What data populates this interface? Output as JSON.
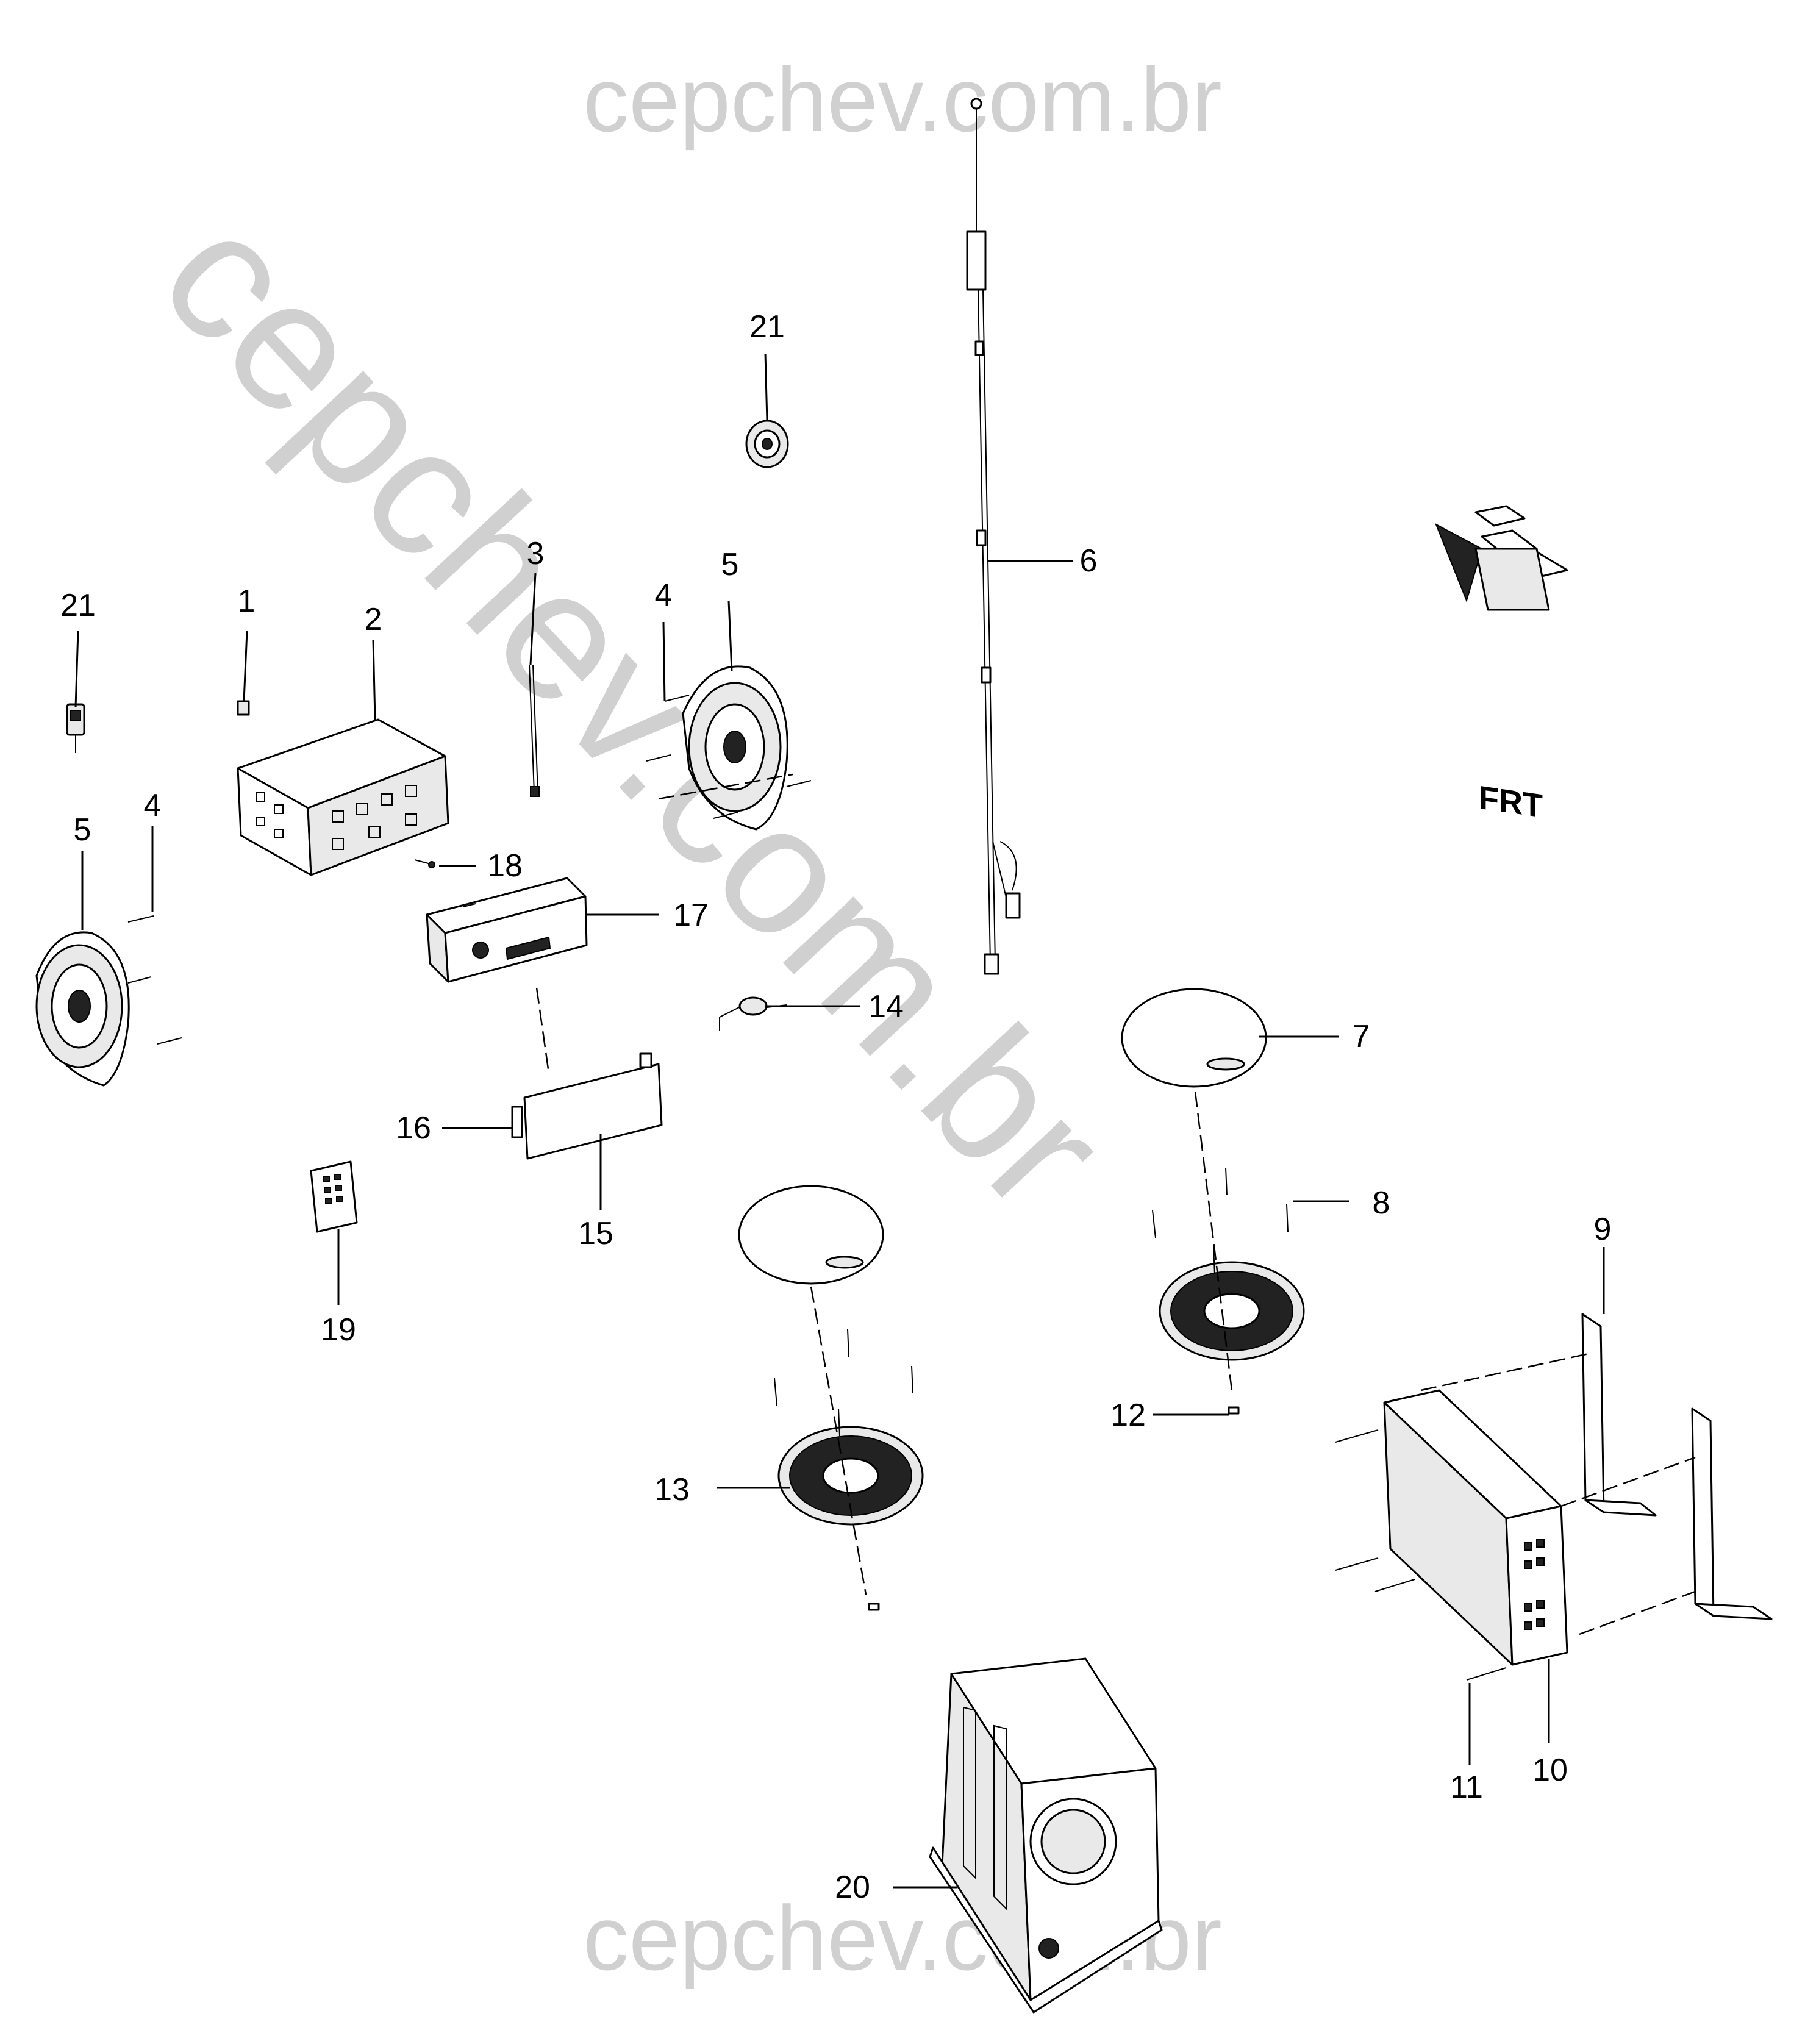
{
  "watermark": {
    "top": "cepchev.com.br",
    "diagonal": "cepchev.com.br",
    "bottom": "cepchev.com.br"
  },
  "direction_marker": "FRT",
  "callouts": {
    "c1": "1",
    "c2": "2",
    "c3": "3",
    "c4a": "4",
    "c4b": "4",
    "c5a": "5",
    "c5b": "5",
    "c6": "6",
    "c7": "7",
    "c8": "8",
    "c9": "9",
    "c10": "10",
    "c11": "11",
    "c12": "12",
    "c13": "13",
    "c14": "14",
    "c15": "15",
    "c16": "16",
    "c17": "17",
    "c18": "18",
    "c19": "19",
    "c20": "20",
    "c21a": "21",
    "c21b": "21"
  },
  "colors": {
    "watermark": "#d0d0d0",
    "ink": "#000000"
  }
}
